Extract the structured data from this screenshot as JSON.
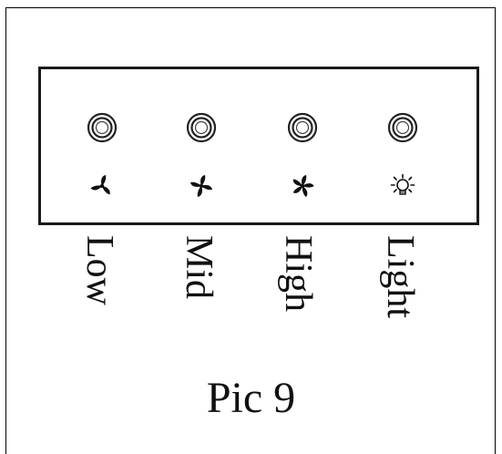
{
  "controls": [
    {
      "label": "Low",
      "icon": "fan-low-icon"
    },
    {
      "label": "Mid",
      "icon": "fan-mid-icon"
    },
    {
      "label": "High",
      "icon": "fan-high-icon"
    },
    {
      "label": "Light",
      "icon": "light-bulb-icon"
    }
  ],
  "caption": "Pic 9"
}
